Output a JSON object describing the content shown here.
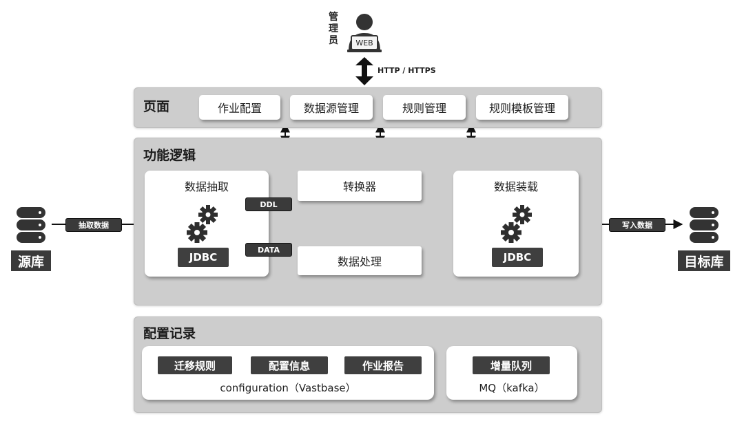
{
  "admin": {
    "label_chars": [
      "管",
      "理",
      "员"
    ],
    "screen_text": "WEB"
  },
  "protocol_label": "HTTP / HTTPS",
  "page_layer": {
    "title": "页面",
    "buttons": [
      "作业配置",
      "数据源管理",
      "规则管理",
      "规则模板管理"
    ]
  },
  "logic_layer": {
    "title": "功能逻辑",
    "extract": {
      "title": "数据抽取",
      "jdbc": "JDBC"
    },
    "converter": "转换器",
    "processing": "数据处理",
    "load": {
      "title": "数据装载",
      "jdbc": "JDBC"
    },
    "ddl": "DDL",
    "data": "DATA"
  },
  "source": {
    "label": "源库",
    "flow_label": "抽取数据"
  },
  "target": {
    "label": "目标库",
    "flow_label": "写入数据"
  },
  "config_layer": {
    "title": "配置记录",
    "left_box": {
      "tags": [
        "迁移规则",
        "配置信息",
        "作业报告"
      ],
      "caption": "configuration（Vastbase）"
    },
    "right_box": {
      "tag": "增量队列",
      "caption": "MQ（kafka）"
    }
  },
  "colors": {
    "layer_bg": "#cdcdcd",
    "tag_dark": "#3f3f3f",
    "white": "#ffffff"
  }
}
